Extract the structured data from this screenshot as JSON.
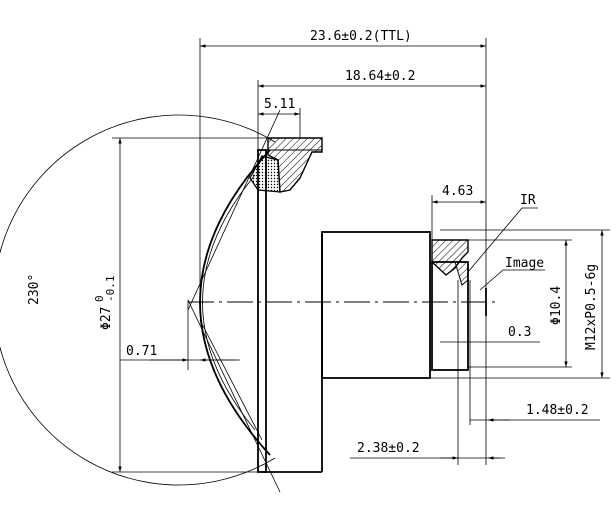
{
  "dimensions": {
    "ttl": "23.6±0.2(TTL)",
    "flange_length": "18.64±0.2",
    "front_depth": "5.11",
    "rear_depth": "4.63",
    "ir_label": "IR",
    "image_label": "Image",
    "fov": "230°",
    "diameter_main": "Φ27",
    "diameter_main_tol_upper": "0",
    "diameter_main_tol_lower": "-0.1",
    "sag": "0.71",
    "thread_diameter": "Φ10.4",
    "thread_spec": "M12xP0.5-6g",
    "ir_gap": "0.3",
    "back_focal": "1.48±0.2",
    "ir_offset": "2.38±0.2"
  },
  "colors": {
    "line": "#000000",
    "background": "#ffffff"
  }
}
